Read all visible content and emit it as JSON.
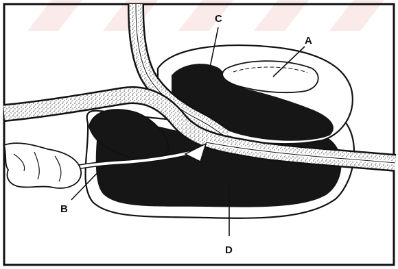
{
  "labels": {
    "a": "A",
    "b": "B",
    "c": "C",
    "d": "D"
  },
  "colors": {
    "ink": "#111111",
    "dark_fill": "#161616",
    "stipple": "#d8d8d8",
    "paper": "#ffffff",
    "watermark": "#f2c4c4"
  }
}
